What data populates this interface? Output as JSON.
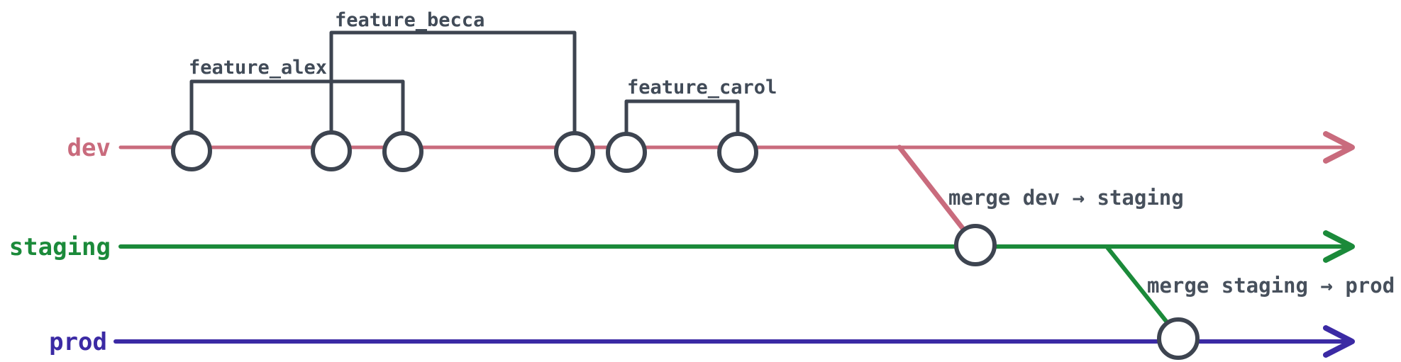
{
  "diagram": {
    "type": "git-branch-flow",
    "background": "#ffffff",
    "node_stroke_color": "#3d4450",
    "node_fill_color": "#ffffff",
    "bracket_color": "#3d4450",
    "feature_label_color": "#414b58",
    "merge_label_color": "#47505c",
    "branches": [
      {
        "name": "dev",
        "color": "#c96b7d",
        "commit_count": 6
      },
      {
        "name": "staging",
        "color": "#1b8a3a",
        "commit_count": 1
      },
      {
        "name": "prod",
        "color": "#3b2aa4",
        "commit_count": 1
      }
    ],
    "features": [
      {
        "label": "feature_alex",
        "branch": "dev",
        "span_commits": [
          1,
          3
        ]
      },
      {
        "label": "feature_becca",
        "branch": "dev",
        "span_commits": [
          2,
          4
        ]
      },
      {
        "label": "feature_carol",
        "branch": "dev",
        "span_commits": [
          5,
          6
        ]
      }
    ],
    "merges": [
      {
        "label": "merge dev → staging",
        "from": "dev",
        "to": "staging"
      },
      {
        "label": "merge staging → prod",
        "from": "staging",
        "to": "prod"
      }
    ]
  }
}
